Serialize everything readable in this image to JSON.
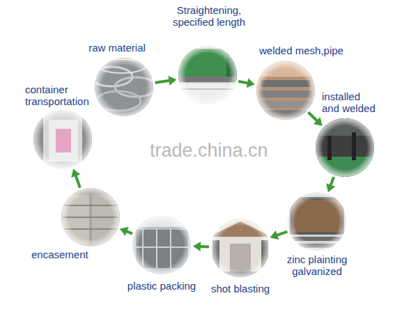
{
  "diagram": {
    "nodes": [
      {
        "text": [
          "raw material"
        ]
      },
      {
        "text": [
          "Straightening, specified length"
        ]
      },
      {
        "text": [
          "welded mesh,pipe"
        ]
      },
      {
        "text": [
          "installed and welded"
        ]
      },
      {
        "text": [
          "zinc plainting galvanized"
        ]
      },
      {
        "text": [
          "shot blasting"
        ]
      },
      {
        "text": [
          "plastic packing"
        ]
      },
      {
        "text": [
          "encasement"
        ]
      },
      {
        "text": [
          "container transportation"
        ]
      }
    ],
    "edges": [
      {
        "from": 0,
        "to": 1,
        "arrow": "to"
      },
      {
        "from": 1,
        "to": 2,
        "arrow": "to"
      },
      {
        "from": 2,
        "to": 3,
        "arrow": "to"
      },
      {
        "from": 3,
        "to": 4,
        "arrow": "to"
      },
      {
        "from": 4,
        "to": 5,
        "arrow": "to"
      },
      {
        "from": 5,
        "to": 6,
        "arrow": "to"
      },
      {
        "from": 6,
        "to": 7,
        "arrow": "to"
      },
      {
        "from": 7,
        "to": 8,
        "arrow": "to"
      }
    ],
    "labels": [
      "trade.china.cn"
    ]
  }
}
